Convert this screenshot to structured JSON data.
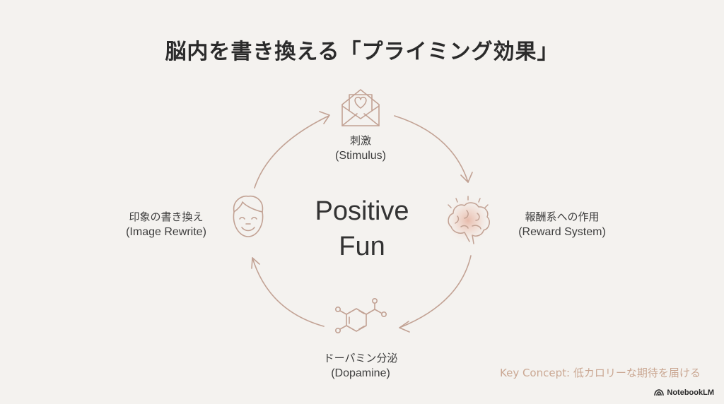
{
  "title": "脳内を書き換える「プライミング効果」",
  "center": {
    "line1": "Positive",
    "line2": "Fun"
  },
  "nodes": [
    {
      "id": "stimulus",
      "label_jp": "刺激",
      "label_en": "(Stimulus)",
      "icon": "envelope-heart-icon"
    },
    {
      "id": "reward",
      "label_jp": "報酬系への作用",
      "label_en": "(Reward System)",
      "icon": "brain-icon"
    },
    {
      "id": "dopamine",
      "label_jp": "ドーパミン分泌",
      "label_en": "(Dopamine)",
      "icon": "molecule-icon"
    },
    {
      "id": "image-rewrite",
      "label_jp": "印象の書き換え",
      "label_en": "(Image Rewrite)",
      "icon": "smiling-face-icon"
    }
  ],
  "key_concept": "Key Concept: 低カロリーな期待を届ける",
  "brand": {
    "name": "NotebookLM",
    "icon": "notebooklm-logo-icon"
  },
  "colors": {
    "background": "#f4f2ef",
    "accent": "#c9a593",
    "arrow": "#c2a294",
    "text": "#3a3a3a",
    "key_concept": "#caa792"
  }
}
